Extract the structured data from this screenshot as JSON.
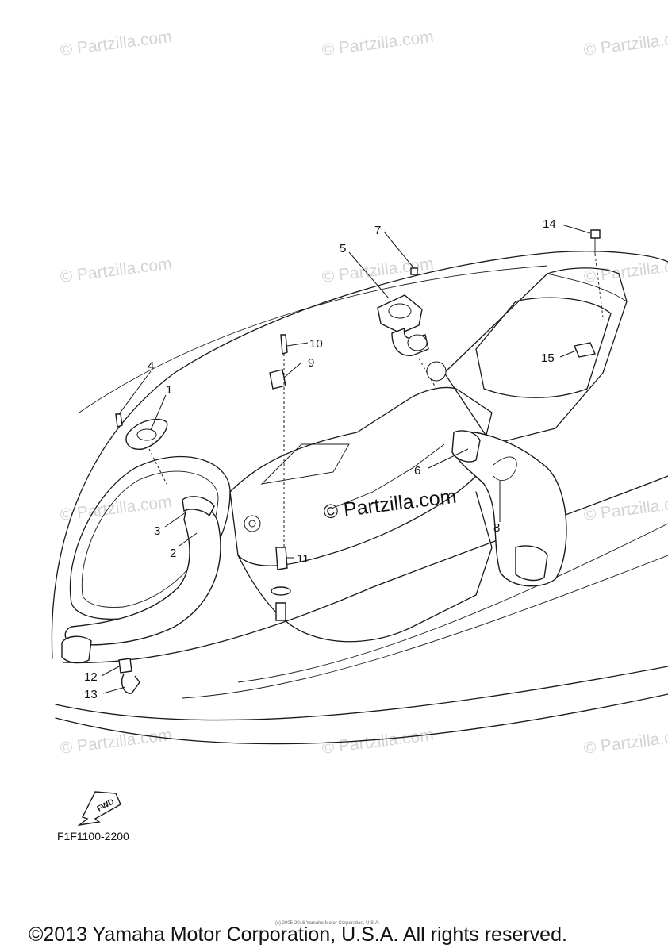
{
  "watermark_text": "© Partzilla.com",
  "watermark_text_center": "© Partzilla.com",
  "callouts": [
    "1",
    "2",
    "3",
    "4",
    "5",
    "6",
    "7",
    "8",
    "9",
    "10",
    "11",
    "12",
    "13",
    "14",
    "15"
  ],
  "fwd_label": "FWD",
  "reference_code": "F1F1100-2200",
  "tiny_credit": "(c) 2005-2016 Yamaha Motor Corporation, U.S.A.",
  "copyright": "©2013 Yamaha Motor Corporation, U.S.A. All rights reserved.",
  "colors": {
    "line": "#1a1a1a",
    "watermark": "#d4d4d4",
    "background": "#ffffff"
  }
}
